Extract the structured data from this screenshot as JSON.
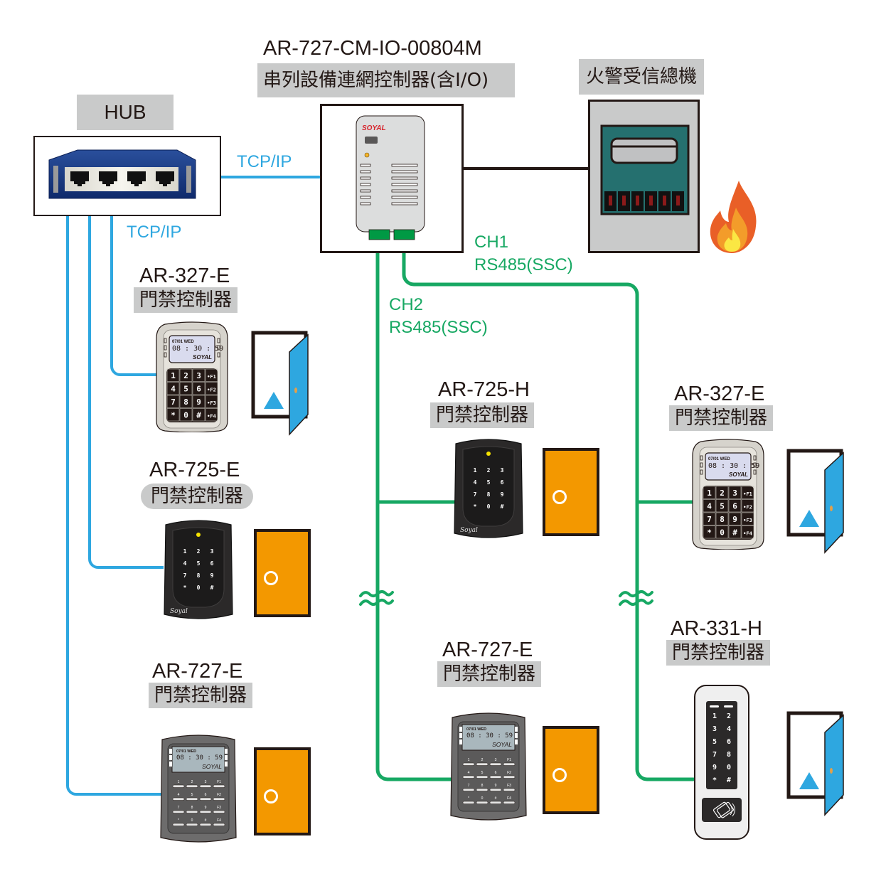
{
  "colors": {
    "tcpip_line": "#2ea7e0",
    "rs485_line": "#17a863",
    "signal_line": "#231815",
    "label_bg": "#c9caca",
    "door_closed": "#f39800",
    "door_open": "#2ea7e0"
  },
  "hub": {
    "label": "HUB",
    "icon": "network-switch-icon",
    "port_count": 4
  },
  "network": {
    "tcpip_label_top": "TCP/IP",
    "tcpip_label_left": "TCP/IP",
    "ch1_label": "CH1",
    "ch1_protocol": "RS485(SSC)",
    "ch2_label": "CH2",
    "ch2_protocol": "RS485(SSC)",
    "break_symbol": "≈"
  },
  "main_controller": {
    "model": "AR-727-CM-IO-00804M",
    "description": "串列設備連網控制器(含I/O)",
    "brand": "SOYAL"
  },
  "fire_panel": {
    "label": "火警受信總機",
    "icon": "fire-icon"
  },
  "devices": [
    {
      "id": "left-1",
      "model": "AR-327-E",
      "description": "門禁控制器",
      "connection": "TCP/IP",
      "door": "open",
      "screen_date": "07/01 WED",
      "screen_time": "08 : 30 : 59",
      "brand": "SOYAL",
      "keys": [
        "1",
        "2",
        "3",
        "F1",
        "4",
        "5",
        "6",
        "F2",
        "7",
        "8",
        "9",
        "F3",
        "*",
        "0",
        "#",
        "F4"
      ]
    },
    {
      "id": "left-2",
      "model": "AR-725-E",
      "description": "門禁控制器",
      "connection": "TCP/IP",
      "door": "closed",
      "brand": "Soyal",
      "keys": [
        "1",
        "2",
        "3",
        "4",
        "5",
        "6",
        "7",
        "8",
        "9",
        "*",
        "0",
        "#"
      ]
    },
    {
      "id": "left-3",
      "model": "AR-727-E",
      "description": "門禁控制器",
      "connection": "TCP/IP",
      "door": "closed",
      "screen_date": "07/01 WED",
      "screen_time": "08 : 30 : 59",
      "brand": "SOYAL",
      "keys": [
        "1",
        "2",
        "3",
        "F1",
        "4",
        "5",
        "6",
        "F2",
        "7",
        "8",
        "9",
        "F3",
        "*",
        "0",
        "#",
        "F4"
      ]
    },
    {
      "id": "mid-1",
      "model": "AR-725-H",
      "description": "門禁控制器",
      "connection": "CH2",
      "door": "closed",
      "brand": "Soyal",
      "keys": [
        "1",
        "2",
        "3",
        "4",
        "5",
        "6",
        "7",
        "8",
        "9",
        "*",
        "0",
        "#"
      ]
    },
    {
      "id": "mid-2",
      "model": "AR-727-E",
      "description": "門禁控制器",
      "connection": "CH2",
      "door": "closed",
      "screen_date": "07/01 WED",
      "screen_time": "08 : 30 : 59",
      "brand": "SOYAL",
      "keys": [
        "1",
        "2",
        "3",
        "F1",
        "4",
        "5",
        "6",
        "F2",
        "7",
        "8",
        "9",
        "F3",
        "*",
        "0",
        "#",
        "F4"
      ]
    },
    {
      "id": "right-1",
      "model": "AR-327-E",
      "description": "門禁控制器",
      "connection": "CH1",
      "door": "open",
      "screen_date": "07/01 WED",
      "screen_time": "08 : 30 : 59",
      "brand": "SOYAL",
      "keys": [
        "1",
        "2",
        "3",
        "F1",
        "4",
        "5",
        "6",
        "F2",
        "7",
        "8",
        "9",
        "F3",
        "*",
        "0",
        "#",
        "F4"
      ]
    },
    {
      "id": "right-2",
      "model": "AR-331-H",
      "description": "門禁控制器",
      "connection": "CH1",
      "door": "open",
      "keys": [
        "1",
        "2",
        "3",
        "4",
        "5",
        "6",
        "7",
        "8",
        "9",
        "0",
        "*",
        "#"
      ]
    }
  ]
}
